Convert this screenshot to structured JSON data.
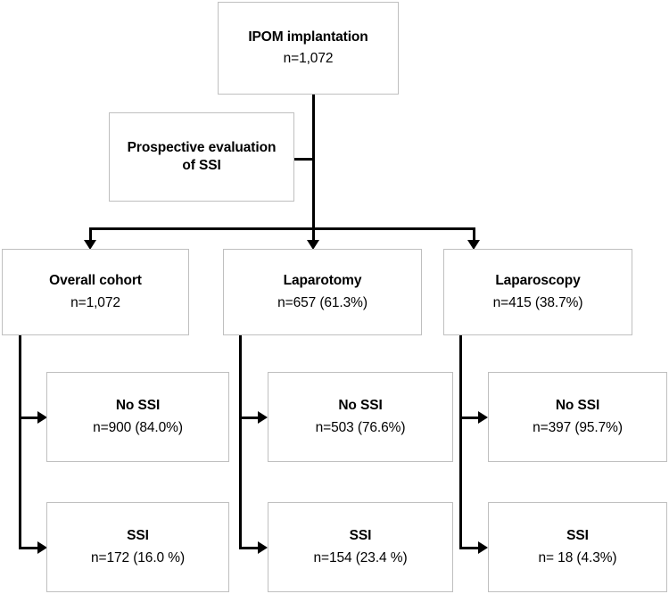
{
  "diagram": {
    "title": "IPOM implantation SSI prospective evaluation flowchart",
    "type": "flowchart",
    "line_color": "#000000",
    "box_border_color": "#bfbfbf",
    "background": "#ffffff"
  },
  "nodes": {
    "root": {
      "title": "IPOM implantation",
      "value": "n=1,072"
    },
    "method": {
      "title": "Prospective evaluation\nof SSI"
    },
    "cohorts": [
      {
        "title": "Overall cohort",
        "value": "n=1,072"
      },
      {
        "title": "Laparotomy",
        "value": "n=657 (61.3%)"
      },
      {
        "title": "Laparoscopy",
        "value": "n=415 (38.7%)"
      }
    ],
    "no_ssi": [
      {
        "title": "No SSI",
        "value": "n=900 (84.0%)"
      },
      {
        "title": "No SSI",
        "value": "n=503 (76.6%)"
      },
      {
        "title": "No SSI",
        "value": "n=397 (95.7%)"
      }
    ],
    "ssi": [
      {
        "title": "SSI",
        "value": "n=172 (16.0 %)"
      },
      {
        "title": "SSI",
        "value": "n=154 (23.4 %)"
      },
      {
        "title": "SSI",
        "value": "n= 18 (4.3%)"
      }
    ]
  }
}
